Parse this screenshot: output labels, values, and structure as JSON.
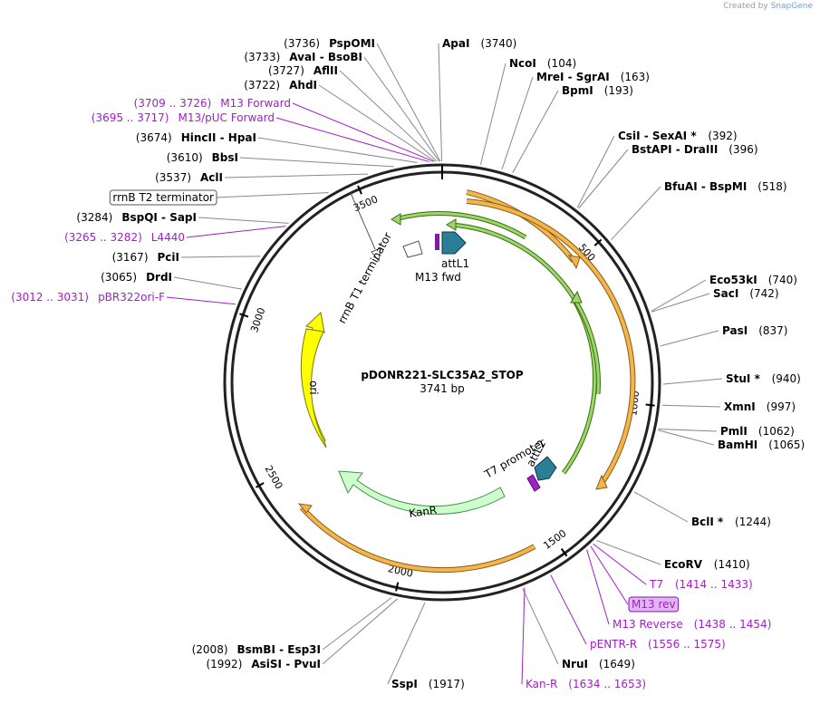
{
  "credit": {
    "prefix": "Created by",
    "brand": "SnapGene"
  },
  "plasmid": {
    "name": "pDONR221-SLC35A2_STOP",
    "length_label": "3741 bp",
    "length": 3741
  },
  "ticks": [
    {
      "pos": 500,
      "label": "500"
    },
    {
      "pos": 1000,
      "label": "1000"
    },
    {
      "pos": 1500,
      "label": "1500"
    },
    {
      "pos": 2000,
      "label": "2000"
    },
    {
      "pos": 2500,
      "label": "2500"
    },
    {
      "pos": 3000,
      "label": "3000"
    },
    {
      "pos": 3500,
      "label": "3500"
    }
  ],
  "sites": [
    {
      "side": "L",
      "kind": "enzyme",
      "pos": 3736,
      "name": "PspOMI",
      "num": "(3736)"
    },
    {
      "side": "R",
      "kind": "enzyme",
      "pos": 3740,
      "name": "ApaI",
      "num": "(3740)"
    },
    {
      "side": "L",
      "kind": "enzyme",
      "pos": 3733,
      "name": "AvaI  -  BsoBI",
      "num": "(3733)"
    },
    {
      "side": "L",
      "kind": "enzyme",
      "pos": 3727,
      "name": "AflII",
      "num": "(3727)"
    },
    {
      "side": "L",
      "kind": "enzyme",
      "pos": 3722,
      "name": "AhdI",
      "num": "(3722)"
    },
    {
      "side": "L",
      "kind": "primer",
      "pos": 3718,
      "name": "M13 Forward",
      "num": "(3709 .. 3726)"
    },
    {
      "side": "L",
      "kind": "primer",
      "pos": 3706,
      "name": "M13/pUC Forward",
      "num": "(3695 .. 3717)"
    },
    {
      "side": "L",
      "kind": "enzyme",
      "pos": 3674,
      "name": "HincII  -  HpaI",
      "num": "(3674)"
    },
    {
      "side": "L",
      "kind": "enzyme",
      "pos": 3610,
      "name": "BbsI",
      "num": "(3610)"
    },
    {
      "side": "L",
      "kind": "enzyme",
      "pos": 3537,
      "name": "AclI",
      "num": "(3537)"
    },
    {
      "side": "L",
      "kind": "featurebox",
      "pos": 3420,
      "name": "rrnB T2 terminator",
      "num": ""
    },
    {
      "side": "L",
      "kind": "enzyme",
      "pos": 3284,
      "name": "BspQI  -  SapI",
      "num": "(3284)"
    },
    {
      "side": "L",
      "kind": "primer",
      "pos": 3273,
      "name": "L4440",
      "num": "(3265 .. 3282)"
    },
    {
      "side": "L",
      "kind": "enzyme",
      "pos": 3167,
      "name": "PciI",
      "num": "(3167)"
    },
    {
      "side": "L",
      "kind": "enzyme",
      "pos": 3065,
      "name": "DrdI",
      "num": "(3065)"
    },
    {
      "side": "L",
      "kind": "primer",
      "pos": 3021,
      "name": "pBR322ori-F",
      "num": "(3012 .. 3031)"
    },
    {
      "side": "R",
      "kind": "enzyme",
      "pos": 104,
      "name": "NcoI",
      "num": "(104)"
    },
    {
      "side": "R",
      "kind": "enzyme",
      "pos": 163,
      "name": "MreI  -  SgrAI",
      "num": "(163)"
    },
    {
      "side": "R",
      "kind": "enzyme",
      "pos": 193,
      "name": "BpmI",
      "num": "(193)"
    },
    {
      "side": "R",
      "kind": "enzyme",
      "pos": 392,
      "name": "CsiI  -  SexAI *",
      "num": "(392)"
    },
    {
      "side": "R",
      "kind": "enzyme",
      "pos": 396,
      "name": "BstAPI  -  DraIII",
      "num": "(396)"
    },
    {
      "side": "R",
      "kind": "enzyme",
      "pos": 518,
      "name": "BfuAI  -  BspMI",
      "num": "(518)"
    },
    {
      "side": "R",
      "kind": "enzyme",
      "pos": 740,
      "name": "Eco53kI",
      "num": "(740)"
    },
    {
      "side": "R",
      "kind": "enzyme",
      "pos": 742,
      "name": "SacI",
      "num": "(742)"
    },
    {
      "side": "R",
      "kind": "enzyme",
      "pos": 837,
      "name": "PasI",
      "num": "(837)"
    },
    {
      "side": "R",
      "kind": "enzyme",
      "pos": 940,
      "name": "StuI *",
      "num": "(940)"
    },
    {
      "side": "R",
      "kind": "enzyme",
      "pos": 997,
      "name": "XmnI",
      "num": "(997)"
    },
    {
      "side": "R",
      "kind": "enzyme",
      "pos": 1062,
      "name": "PmlI",
      "num": "(1062)"
    },
    {
      "side": "R",
      "kind": "enzyme",
      "pos": 1065,
      "name": "BamHI",
      "num": "(1065)"
    },
    {
      "side": "R",
      "kind": "enzyme",
      "pos": 1244,
      "name": "BclI *",
      "num": "(1244)"
    },
    {
      "side": "R",
      "kind": "enzyme",
      "pos": 1410,
      "name": "EcoRV",
      "num": "(1410)"
    },
    {
      "side": "R",
      "kind": "primer",
      "pos": 1423,
      "name": "T7",
      "num": "(1414 .. 1433)"
    },
    {
      "side": "R",
      "kind": "primerbox",
      "pos": 1432,
      "name": "M13 rev",
      "num": ""
    },
    {
      "side": "R",
      "kind": "primer",
      "pos": 1446,
      "name": "M13 Reverse",
      "num": "(1438 .. 1454)"
    },
    {
      "side": "R",
      "kind": "primer",
      "pos": 1565,
      "name": "pENTR-R",
      "num": "(1556 .. 1575)"
    },
    {
      "side": "R",
      "kind": "enzyme",
      "pos": 1649,
      "name": "NruI",
      "num": "(1649)"
    },
    {
      "side": "R",
      "kind": "primer",
      "pos": 1643,
      "name": "Kan-R",
      "num": "(1634 .. 1653)"
    },
    {
      "side": "R",
      "kind": "enzyme",
      "pos": 1917,
      "name": "SspI",
      "num": "(1917)"
    },
    {
      "side": "L",
      "kind": "enzyme",
      "pos": 1992,
      "name": "AsiSI  -  PvuI",
      "num": "(1992)"
    },
    {
      "side": "L",
      "kind": "enzyme",
      "pos": 2008,
      "name": "BsmBI  -  Esp3I",
      "num": "(2008)"
    }
  ],
  "features": [
    {
      "name": "ori",
      "color": "#ffff00"
    },
    {
      "name": "KanR",
      "color": "#ccffcc"
    },
    {
      "name": "rrnB T1 terminator",
      "color": "#ffffff"
    },
    {
      "name": "M13 fwd",
      "color": "#ffffff"
    },
    {
      "name": "attL1",
      "color": "#2a7f96"
    },
    {
      "name": "attL2",
      "color": "#2a7f96"
    },
    {
      "name": "T7 promoter",
      "color": "#ffffff"
    }
  ],
  "colors": {
    "orange": "#f2a23a",
    "green": "#5aa020",
    "primer": "#a020c8",
    "teal": "#2a7f96"
  }
}
